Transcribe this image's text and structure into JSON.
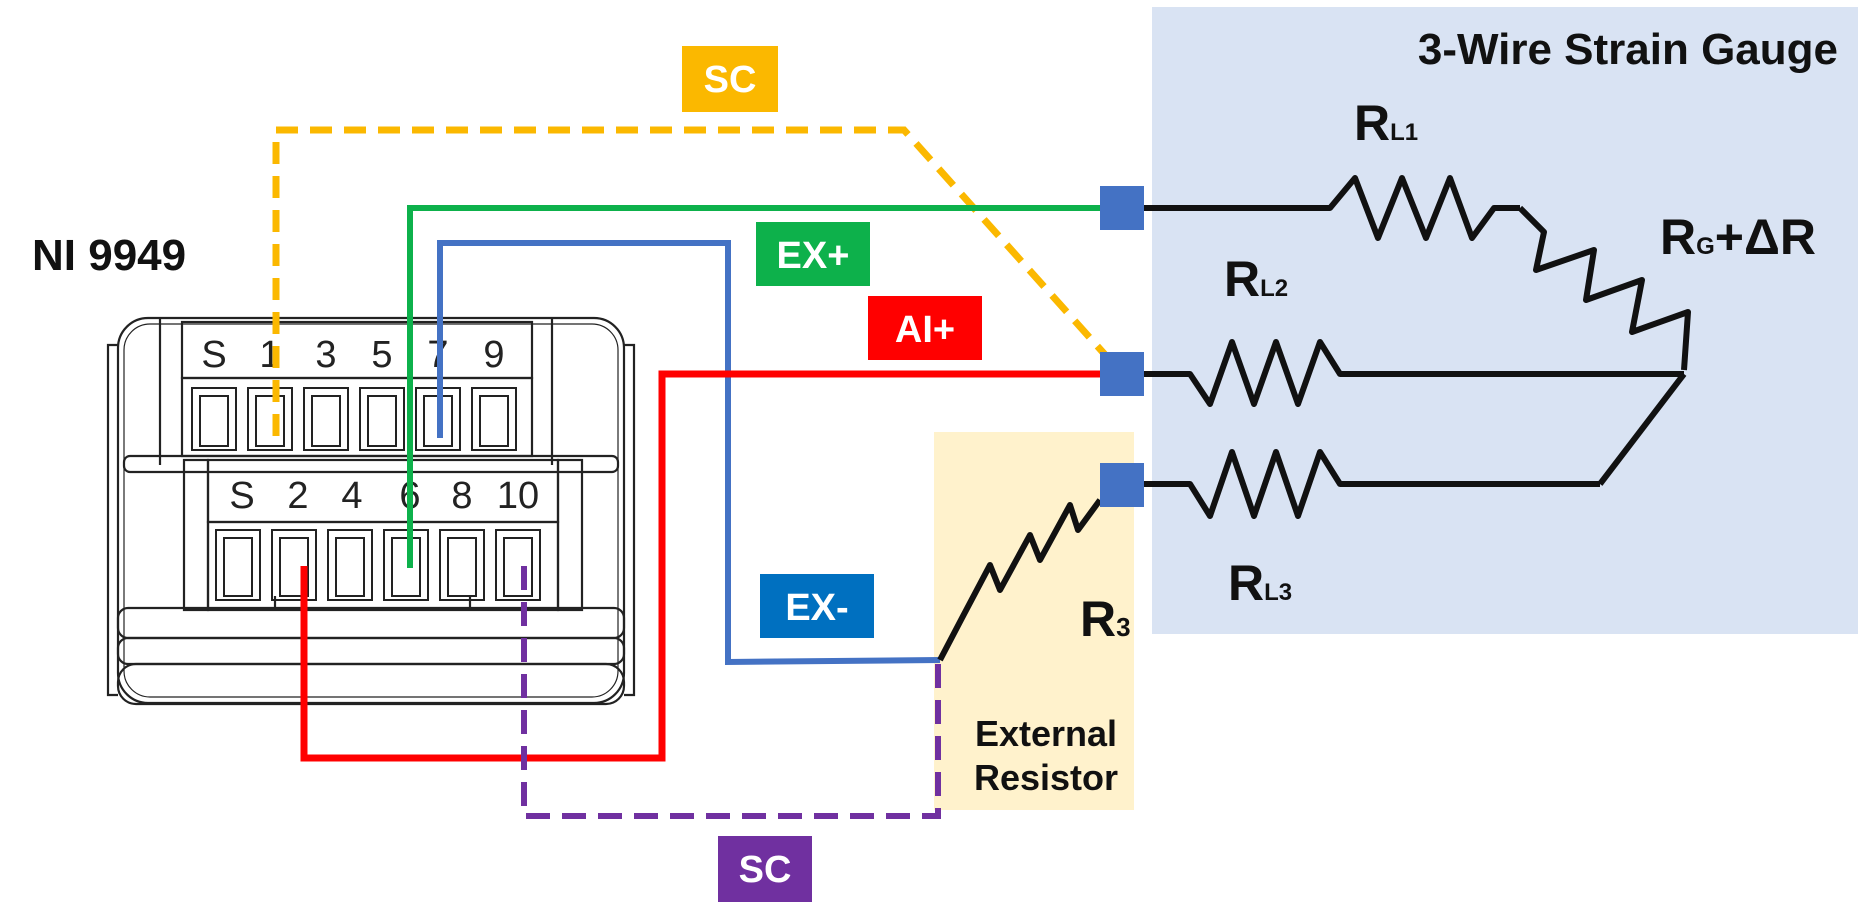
{
  "device": {
    "name": "NI 9949",
    "top_row_pins": [
      "S",
      "1",
      "3",
      "5",
      "7",
      "9"
    ],
    "bottom_row_pins": [
      "S",
      "2",
      "4",
      "6",
      "8",
      "10"
    ]
  },
  "gauge": {
    "title": "3-Wire Strain Gauge",
    "rl1_main": "R",
    "rl1_sub": "L1",
    "rl2_main": "R",
    "rl2_sub": "L2",
    "rl3_main": "R",
    "rl3_sub": "L3",
    "rg_main": "R",
    "rg_sub": "G",
    "rg_suffix": "+ΔR"
  },
  "external": {
    "label_line1": "External",
    "label_line2": "Resistor",
    "r3_main": "R",
    "r3_sub": "3"
  },
  "wire_labels": {
    "sc_top": "SC",
    "ex_plus": "EX+",
    "ai_plus": "AI+",
    "ex_minus": "EX-",
    "sc_bottom": "SC"
  },
  "colors": {
    "sc_top": "#FBB800",
    "ex_plus": "#0DB14B",
    "ai_plus": "#FF0000",
    "ex_minus": "#4472C4",
    "ex_minus_label": "#0070C0",
    "sc_bottom": "#7030A0",
    "gauge_panel": "#D9E3F3",
    "resistor_panel": "#FFF2CC",
    "terminal": "#4472C4"
  }
}
